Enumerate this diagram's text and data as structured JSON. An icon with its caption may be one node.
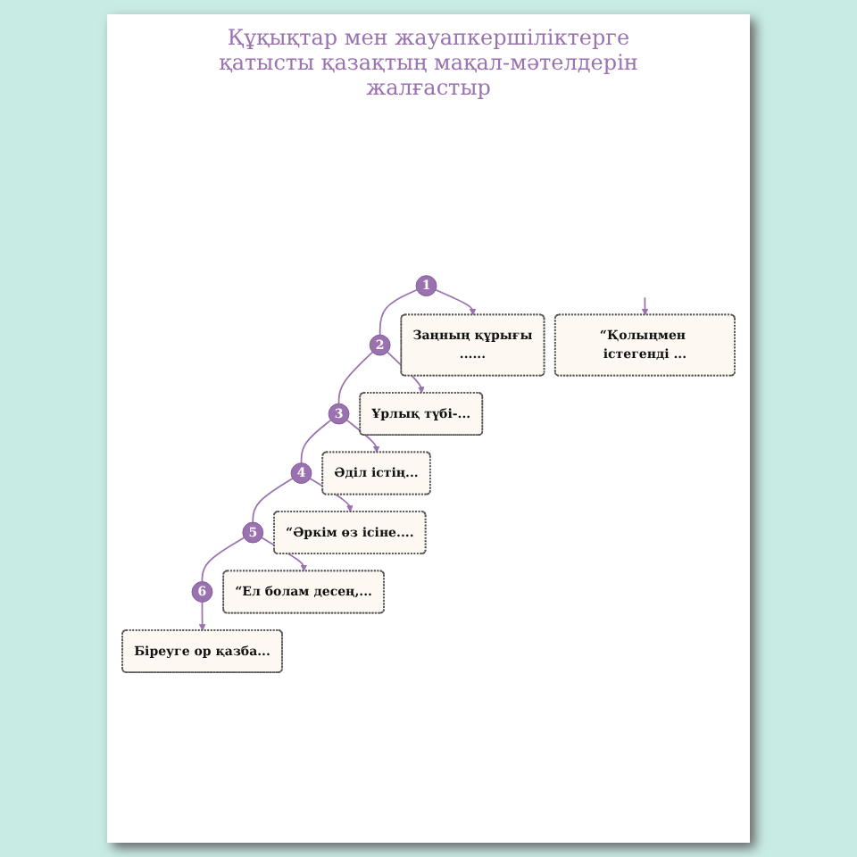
{
  "diagram": {
    "title": "Құқықтар мен жауапкершіліктерге қатысты қазақтың мақал-мәтелдерін жалғастыр",
    "nodes": [
      {
        "text": [
          "1"
        ]
      },
      {
        "text": [
          "2"
        ]
      },
      {
        "text": [
          "3"
        ]
      },
      {
        "text": [
          "4"
        ]
      },
      {
        "text": [
          "5"
        ]
      },
      {
        "text": [
          "6"
        ]
      },
      {
        "text": [
          "Заңның құрығы",
          "......"
        ]
      },
      {
        "text": [
          "Ұрлық түбі-..."
        ]
      },
      {
        "text": [
          "Әділ істің..."
        ]
      },
      {
        "text": [
          "“Әркім өз ісіне...."
        ]
      },
      {
        "text": [
          "“Ел болам десең,..."
        ]
      },
      {
        "text": [
          "Біреуге ор қазба..."
        ]
      },
      {
        "text": [
          "“Қолыңмен істегенді ..."
        ]
      }
    ],
    "edges": [
      {
        "from": 0,
        "to": 1,
        "arrow": "none",
        "color": "#9b72b0"
      },
      {
        "from": 1,
        "to": 2,
        "arrow": "none",
        "color": "#9b72b0"
      },
      {
        "from": 2,
        "to": 3,
        "arrow": "none",
        "color": "#9b72b0"
      },
      {
        "from": 3,
        "to": 4,
        "arrow": "none",
        "color": "#9b72b0"
      },
      {
        "from": 4,
        "to": 5,
        "arrow": "none",
        "color": "#9b72b0"
      },
      {
        "from": 0,
        "to": 6,
        "arrow": "to",
        "color": "#9b72b0"
      },
      {
        "from": 1,
        "to": 7,
        "arrow": "to",
        "color": "#9b72b0"
      },
      {
        "from": 2,
        "to": 8,
        "arrow": "to",
        "color": "#9b72b0"
      },
      {
        "from": 3,
        "to": 9,
        "arrow": "to",
        "color": "#9b72b0"
      },
      {
        "from": 4,
        "to": 10,
        "arrow": "to",
        "color": "#9b72b0"
      },
      {
        "from": 5,
        "to": 11,
        "arrow": "to",
        "color": "#9b72b0"
      },
      {
        "from": null,
        "to": 12,
        "arrow": "to",
        "color": "#9b72b0"
      }
    ]
  }
}
